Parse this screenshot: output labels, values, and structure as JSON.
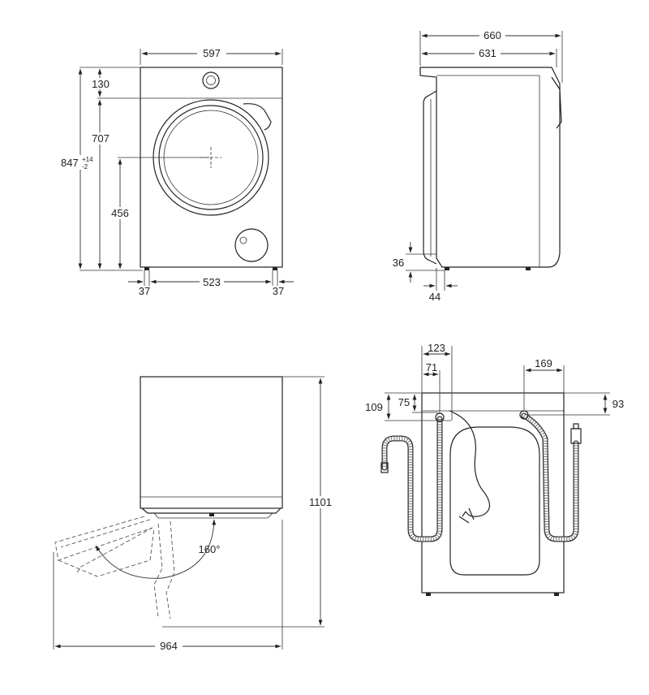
{
  "front_view": {
    "width_label": "597",
    "top_panel_label": "130",
    "body_label": "707",
    "total_height_label": "847",
    "tolerance_plus": "+14",
    "tolerance_minus": "-2",
    "door_center_label": "456",
    "foot_left_label": "37",
    "foot_span_label": "523",
    "foot_right_label": "37"
  },
  "side_view": {
    "depth_total_label": "660",
    "depth_body_label": "631",
    "foot_height_label": "36",
    "foot_setback_label": "44"
  },
  "door_view": {
    "height_with_door_label": "1101",
    "depth_with_door_label": "964",
    "door_angle_label": "160°"
  },
  "rear_view": {
    "drain_offset_label": "123",
    "inlet_offset_label": "71",
    "inlet_height_label": "109",
    "drain_height_label": "75",
    "right_offset_label": "169",
    "right_height_label": "93"
  }
}
